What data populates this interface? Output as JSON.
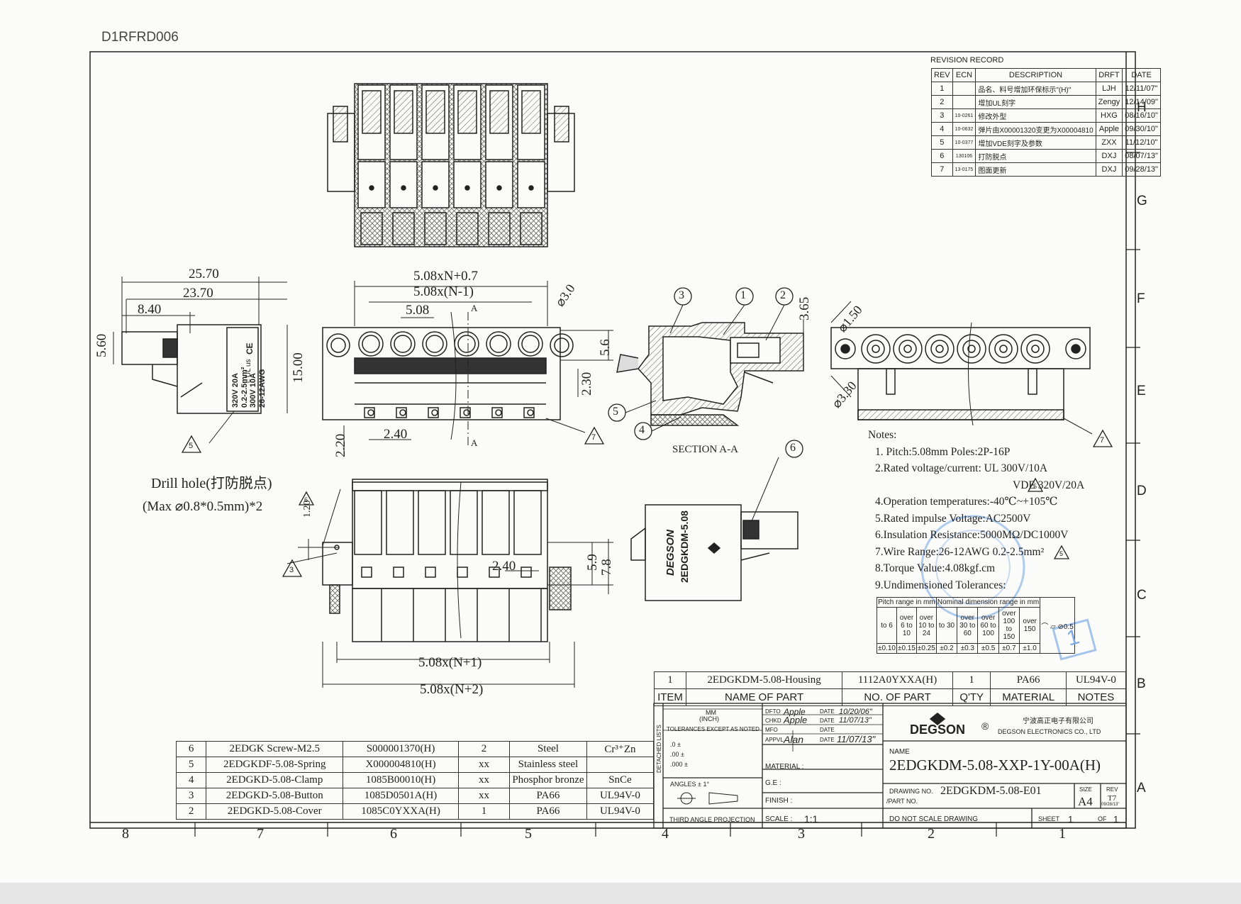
{
  "doc_code": "D1RFRD006",
  "revision_record": {
    "title": "REVISION RECORD",
    "headers": [
      "REV",
      "ECN",
      "DESCRIPTION",
      "DRFT",
      "DATE"
    ],
    "rows": [
      {
        "rev": "1",
        "ecn": "",
        "desc": "品名、料号增加环保标示\"(H)\"",
        "drft": "LJH",
        "date": "12/11/07\""
      },
      {
        "rev": "2",
        "ecn": "",
        "desc": "增加UL刻字",
        "drft": "Zengy",
        "date": "12/14/09\""
      },
      {
        "rev": "3",
        "ecn": "10-0261",
        "desc": "修改外型",
        "drft": "HXG",
        "date": "08/16/10\""
      },
      {
        "rev": "4",
        "ecn": "10-0632",
        "desc": "弹片由X00001320变更为X00004810",
        "drft": "Apple",
        "date": "09/30/10\""
      },
      {
        "rev": "5",
        "ecn": "10-0377",
        "desc": "增加VDE刻字及参数",
        "drft": "ZXX",
        "date": "11/12/10\""
      },
      {
        "rev": "6",
        "ecn": "130106",
        "desc": "打防脱点",
        "drft": "DXJ",
        "date": "08/07/13\""
      },
      {
        "rev": "7",
        "ecn": "13-0175",
        "desc": "图面更新",
        "drft": "DXJ",
        "date": "09/28/13\""
      }
    ]
  },
  "zones_right": [
    "H",
    "G",
    "F",
    "E",
    "D",
    "C",
    "B",
    "A"
  ],
  "zones_bottom": [
    "8",
    "7",
    "6",
    "5",
    "4",
    "3",
    "2",
    "1"
  ],
  "dimensions": {
    "side_total": "25.70",
    "side_body": "23.70",
    "side_plug": "8.40",
    "side_h": "5.60",
    "side_height": "15.00",
    "front_total": "5.08xN+0.7",
    "front_n1": "5.08x(N-1)",
    "front_pitch": "5.08",
    "front_hole": "⌀3.0",
    "front_56": "5.6",
    "front_230": "2.30",
    "front_220": "2.20",
    "front_240": "2.40",
    "section_365": "3.65",
    "rear_d150": "⌀1.50",
    "rear_d330": "⌀3.30",
    "bottom_n1": "5.08x(N+1)",
    "bottom_n2": "5.08x(N+2)",
    "bottom_59": "5.9",
    "bottom_78": "7.8",
    "bottom_240": "2.40",
    "bottom_120": "1.20",
    "section_a": "A"
  },
  "label_box": {
    "line1": "320V 20A",
    "line2": "0.2-2.5mm²",
    "line3": "300V 10A",
    "line4": "26-12AWG",
    "mark": "CE",
    "ul": "c UL us"
  },
  "drill_hole": {
    "line1": "Drill hole(打防脱点)",
    "line2": "(Max ⌀0.8*0.5mm)*2"
  },
  "section_label": "SECTION A-A",
  "balloons": [
    "1",
    "2",
    "3",
    "4",
    "5",
    "6"
  ],
  "rev_flags": {
    "side": "5",
    "front": "7",
    "rear": "7",
    "drill": "6",
    "bottom_left": "3",
    "note_vde": "5",
    "note_wire": "5"
  },
  "housing_text": {
    "brand": "DEGSON",
    "part": "2EDGKDM-5.08"
  },
  "notes": {
    "title": "Notes:",
    "items": [
      "1. Pitch:5.08mm Poles:2P-16P",
      "2.Rated voltage/current: UL  300V/10A",
      "VDE 320V/20A",
      "4.Operation temperatures:-40℃~+105℃",
      "5.Rated impulse Voltage:AC2500V",
      "6.Insulation Resistance:5000MΩ/DC1000V",
      "7.Wire Range:26-12AWG 0.2-2.5mm²",
      "8.Torque Value:4.08kgf.cm",
      "9.Undimensioned Tolerances:"
    ]
  },
  "tolerance_table": {
    "head_left": "Pitch range in mm",
    "head_right": "Nominal dimension range in mm",
    "ranges": [
      "to 6",
      "over 6 to 10",
      "over 10 to 24",
      "to 30",
      "over 30 to 60",
      "over 60 to 100",
      "over 100 to 150",
      "over 150"
    ],
    "values": [
      "±0.10",
      "±0.15",
      "±0.25",
      "±0.2",
      "±0.3",
      "±0.5",
      "±0.7",
      "±1.0"
    ],
    "side": "⌒ ▱ ⊘0.5"
  },
  "stamp": "1",
  "bom": [
    {
      "item": "6",
      "name": "2EDGK Screw-M2.5",
      "part": "S000001370(H)",
      "qty": "2",
      "material": "Steel",
      "notes": "Cr³⁺Zn"
    },
    {
      "item": "5",
      "name": "2EDGKDF-5.08-Spring",
      "part": "X000004810(H)",
      "qty": "xx",
      "material": "Stainless steel",
      "notes": ""
    },
    {
      "item": "4",
      "name": "2EDGKD-5.08-Clamp",
      "part": "1085B00010(H)",
      "qty": "xx",
      "material": "Phosphor bronze",
      "notes": "SnCe"
    },
    {
      "item": "3",
      "name": "2EDGKD-5.08-Button",
      "part": "1085D0501A(H)",
      "qty": "xx",
      "material": "PA66",
      "notes": "UL94V-0"
    },
    {
      "item": "2",
      "name": "2EDGKD-5.08-Cover",
      "part": "1085C0YXXA(H)",
      "qty": "1",
      "material": "PA66",
      "notes": "UL94V-0"
    }
  ],
  "item_table": {
    "row": {
      "item": "1",
      "name": "2EDGKDM-5.08-Housing",
      "part": "1112A0YXXA(H)",
      "qty": "1",
      "material": "PA66",
      "notes": "UL94V-0"
    },
    "headers": [
      "ITEM",
      "NAME OF PART",
      "NO. OF PART",
      "Q'TY",
      "MATERIAL",
      "NOTES"
    ]
  },
  "title_block": {
    "units": "MM",
    "units_inch": "(INCH)",
    "tol_head": "TOLERANCES EXCEPT AS NOTED",
    "tol_rows": [
      ".0  ±",
      ".00  ±",
      ".000  ±"
    ],
    "angles": "ANGLES ±  1°",
    "projection": "THIRD ANGLE PROJECTION",
    "detached": "DETACHED LISTS",
    "dfto_label": "DFTO",
    "dfto_name": "Apple",
    "dfto_date_label": "DATE",
    "dfto_date": "10/20/06\"",
    "chkd_label": "CHKD",
    "chkd_name": "Apple",
    "chkd_date_label": "DATE",
    "chkd_date": "11/07/13\"",
    "mfo_label": "MFO",
    "mfo_date_label": "DATE",
    "appvl_label": "APPVL",
    "appvl_name": "Alan",
    "appvl_date_label": "DATE",
    "appvl_date": "11/07/13\"",
    "material_label": "MATERIAL  :",
    "ge_label": "G.E  :",
    "finish_label": "FINISH  :",
    "scale_label": "SCALE  :",
    "scale": "1:1",
    "company_brand": "DEGSON",
    "company_cn": "宁波高正电子有限公司",
    "company_en": "DEGSON ELECTRONICS CO., LTD",
    "name_label": "NAME",
    "name": "2EDGKDM-5.08-XXP-1Y-00A(H)",
    "drawing_no_label": "DRAWING NO.",
    "drawing_no": "2EDGKDM-5.08-E01",
    "part_no_label": "/PART  NO.",
    "size_label": "SIZE",
    "size": "A4",
    "rev_label": "REV",
    "rev": "T7",
    "rev_date": "09/28/13\"",
    "do_not_scale": "DO NOT SCALE DRAWING",
    "sheet_label": "SHEET",
    "sheet": "1",
    "of_label": "OF",
    "of": "1"
  }
}
